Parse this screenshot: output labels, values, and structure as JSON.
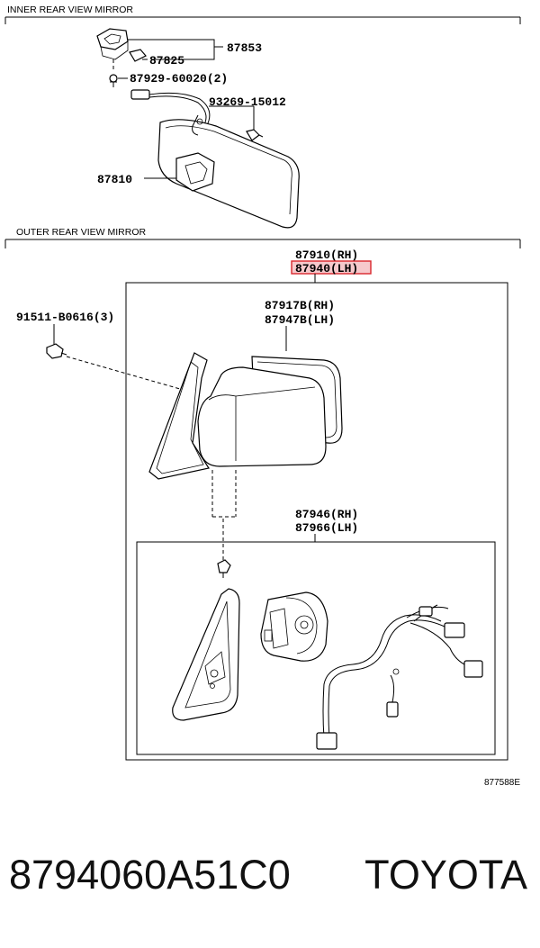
{
  "sections": {
    "inner": "INNER REAR VIEW MIRROR",
    "outer": "OUTER REAR VIEW MIRROR"
  },
  "callouts": {
    "p87853": "87853",
    "p87825": "87825",
    "p87929": "87929-60020(2)",
    "p93269": "93269-15012",
    "p87810": "87810",
    "p87910": "87910(RH)",
    "p87940": "87940(LH)",
    "p91511": "91511-B0616(3)",
    "p87917": "87917B(RH)",
    "p87947": "87947B(LH)",
    "p87946": "87946(RH)",
    "p87966": "87966(LH)"
  },
  "highlight_color": "#d9262c",
  "diagram_ref": "877588E",
  "footer": {
    "part_number": "8794060A51C0",
    "brand": "TOYOTA"
  }
}
